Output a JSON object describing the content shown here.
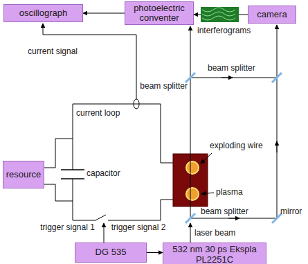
{
  "diagram": {
    "nodes": [
      {
        "text": [
          "oscillograph"
        ]
      },
      {
        "text": [
          "photoelectric conventer"
        ]
      },
      {
        "text": [
          "camera"
        ]
      },
      {
        "text": [
          "resource"
        ]
      },
      {
        "text": [
          "DG 535"
        ]
      },
      {
        "text": [
          "532 nm 30 ps Ekspla PL2251C"
        ]
      }
    ],
    "edges": [
      {
        "from": 1,
        "to": 0,
        "arrow": "to"
      },
      {
        "from": 2,
        "to": 1,
        "arrow": "to"
      },
      {
        "from": 4,
        "to": 5,
        "label": "trigger signal 2",
        "arrow": "to"
      }
    ],
    "labels": [
      "current signal",
      "current loop",
      "capacitor",
      "exploding wire",
      "plasma",
      "interferograms",
      "beam splitter",
      "beam splitter",
      "beam splitter",
      "mirror",
      "laser beam",
      "trigger signal 1"
    ]
  }
}
